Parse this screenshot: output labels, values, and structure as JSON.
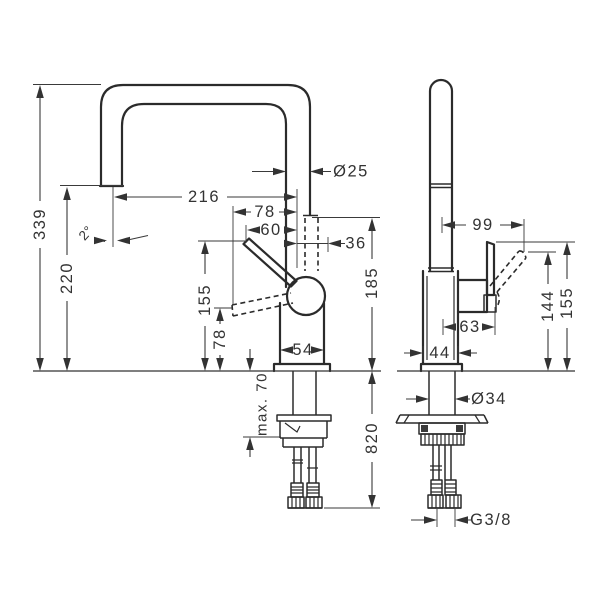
{
  "drawing": {
    "type": "technical-dimension-drawing",
    "subject": "kitchen faucet with U-shaped swivel spout, two projection views",
    "colors": {
      "background": "#ffffff",
      "line": "#2b2b2b",
      "text": "#333333"
    },
    "left_view": {
      "name": "front-view-spout-extended",
      "dimensions": {
        "total_height": "339",
        "spout_outlet_height": "220",
        "spout_reach": "216",
        "handle_tip_offset_upper": "78",
        "handle_tip_offset_lower": "60",
        "body_side_offset": "36",
        "spout_pipe_diameter": "Ø25",
        "handle_raised_height": "155",
        "handle_lowered_height": "78",
        "spout_end_height": "185",
        "body_width": "54",
        "max_deck_thickness": "max. 70",
        "hose_length": "820",
        "outlet_angle": "2°"
      }
    },
    "right_view": {
      "name": "side-view-spout-upright",
      "dimensions": {
        "handle_swing_reach": "99",
        "handle_face_offset": "63",
        "body_depth": "44",
        "shank_diameter": "Ø34",
        "handle_upright_height": "155",
        "handle_tilted_height": "144",
        "supply_connection_thread": "G3/8"
      }
    }
  }
}
